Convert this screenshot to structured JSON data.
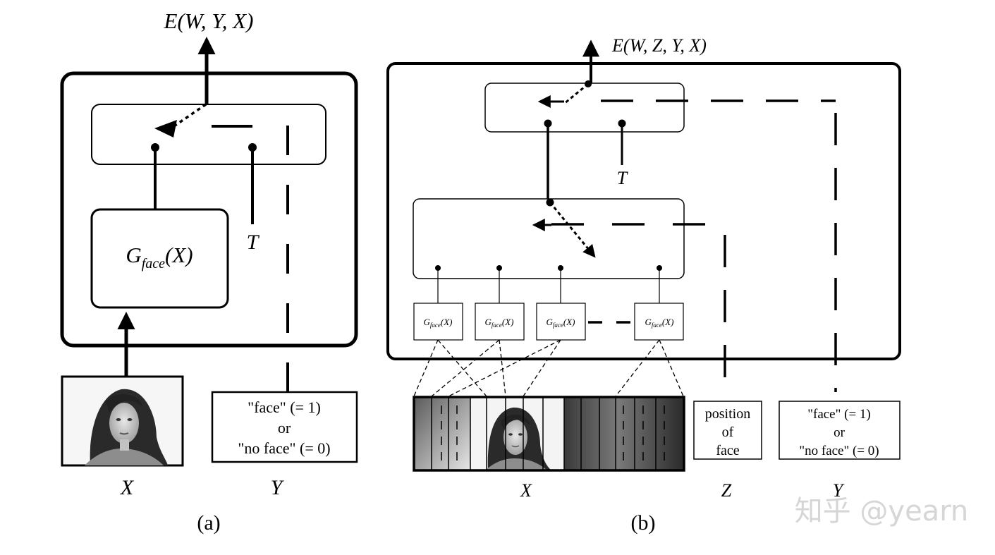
{
  "panel_a": {
    "energy_label": "E(W, Y, X)",
    "g_face_base": "G",
    "g_face_sub": "face",
    "g_face_arg": "(X)",
    "t_label": "T",
    "y_box_lines": [
      "\"face\" (= 1)",
      "or",
      "\"no face\" (= 0)"
    ],
    "x_caption": "X",
    "y_caption": "Y",
    "panel_caption": "(a)"
  },
  "panel_b": {
    "energy_label": "E(W, Z, Y, X)",
    "t_label": "T",
    "g_small_base": "G",
    "g_small_sub": "face",
    "g_small_arg": "(X)",
    "z_box_lines": [
      "position",
      "of",
      "face"
    ],
    "y_box_lines": [
      "\"face\" (= 1)",
      "or",
      "\"no face\" (= 0)"
    ],
    "x_caption": "X",
    "z_caption": "Z",
    "y_caption": "Y",
    "panel_caption": "(b)"
  },
  "watermark": "知乎 @yearn"
}
